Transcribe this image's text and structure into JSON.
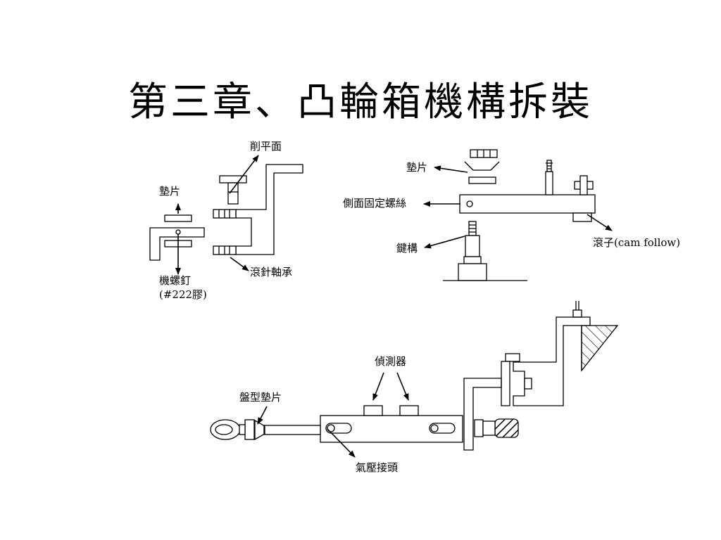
{
  "title": "第三章、凸輪箱機構拆裝",
  "labels": {
    "shave_flat": "削平面",
    "washer_left": "墊片",
    "machine_screw": "機螺釘",
    "machine_screw_note": "(#222膠)",
    "needle_bearing": "滾針軸承",
    "washer_right": "墊片",
    "side_set_screw": "側面固定螺絲",
    "key_slot": "鍵構",
    "roller": "滾子(cam follow)",
    "detector": "偵測器",
    "disc_washer": "盤型墊片",
    "pneumatic_fitting": "氣壓接頭"
  }
}
